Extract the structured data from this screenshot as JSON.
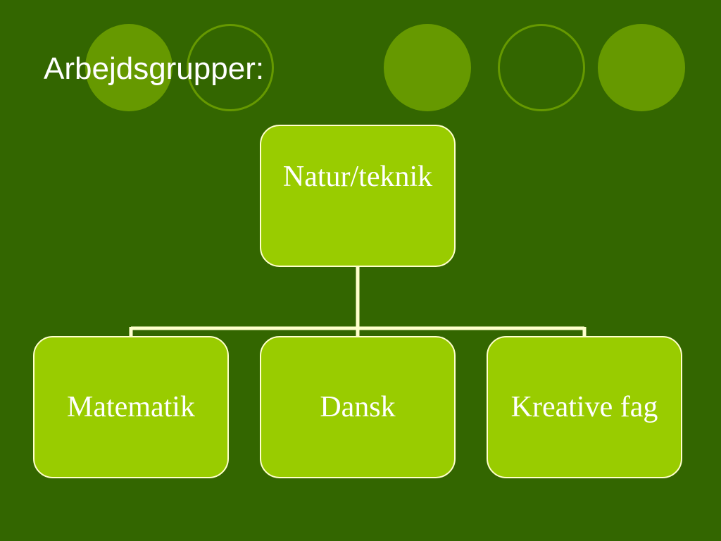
{
  "slide": {
    "title": "Arbejdsgrupper:"
  },
  "org_chart": {
    "root": {
      "label": "Natur/teknik"
    },
    "children": [
      {
        "label": "Matematik"
      },
      {
        "label": "Dansk"
      },
      {
        "label": "Kreative fag"
      }
    ]
  },
  "colors": {
    "background": "#336600",
    "decoration": "#669900",
    "node_fill": "#99cc00",
    "node_border": "#ffffcc",
    "connector": "#ffffcc",
    "text": "#ffffff"
  }
}
